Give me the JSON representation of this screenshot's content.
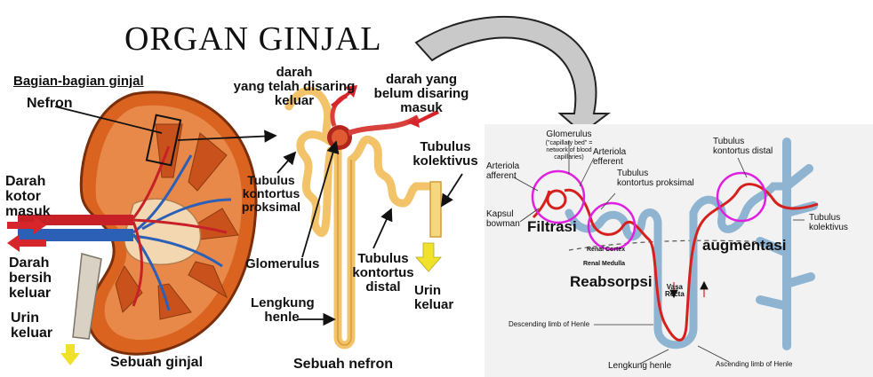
{
  "title": "ORGAN GINJAL",
  "left": {
    "subtitle": "Bagian-bagian ginjal",
    "nefron": "Nefron",
    "darah_kotor": [
      "Darah",
      "kotor",
      "masuk"
    ],
    "darah_bersih": [
      "Darah",
      "bersih",
      "keluar"
    ],
    "urin": [
      "Urin",
      "keluar"
    ],
    "caption": "Sebuah ginjal"
  },
  "middle": {
    "darah_disaring": [
      "darah",
      "yang telah disaring",
      "keluar"
    ],
    "darah_belum": [
      "darah yang",
      "belum disaring",
      "masuk"
    ],
    "tubulus_proksimal": [
      "Tubulus",
      "kontortus",
      "proksimal"
    ],
    "tubulus_kolektivus": [
      "Tubulus",
      "kolektivus"
    ],
    "glomerulus": "Glomerulus",
    "tubulus_distal": [
      "Tubulus",
      "kontortus",
      "distal"
    ],
    "urin": [
      "Urin",
      "keluar"
    ],
    "lengkung": [
      "Lengkung",
      "henle"
    ],
    "caption": "Sebuah nefron"
  },
  "right": {
    "glomerulus": "Glomerulus",
    "glomerulus_note": [
      "(\"capillary bed\" =",
      "network of blood",
      "capillaries)"
    ],
    "arteriola_efferent": [
      "Arteriola",
      "efferent"
    ],
    "arteriola_afferent": [
      "Arteriola",
      "afferent"
    ],
    "tubulus_proksimal": [
      "Tubulus",
      "kontortus proksimal"
    ],
    "tubulus_distal": [
      "Tubulus",
      "kontortus distal"
    ],
    "kapsul": [
      "Kapsul",
      "bowman"
    ],
    "filtrasi": "Filtrasi",
    "renal_cortex": "Renal Cortex",
    "renal_medulla": "Renal Medulla",
    "augmentasi": "augmentasi",
    "tubulus_kolektivus": [
      "Tubulus",
      "kolektivus"
    ],
    "reabsorpsi": "Reabsorpsi",
    "vasa_recta": [
      "Vasa",
      "Recta"
    ],
    "descending": "Descending limb of Henle",
    "lengkung": "Lengkung henle",
    "ascending": "Ascending limb of Henle"
  }
}
